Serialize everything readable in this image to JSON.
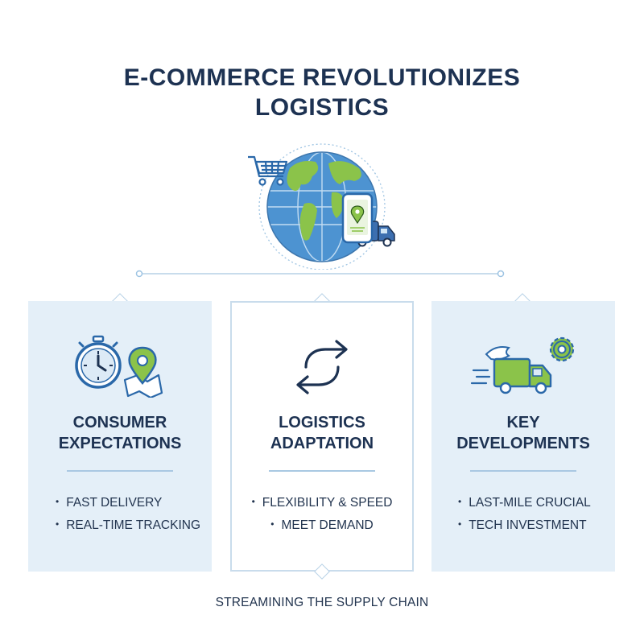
{
  "title": {
    "line1": "E-COMMERCE REVOLUTIONIZES",
    "line2": "LOGISTICS"
  },
  "hero": {
    "icons": [
      "shopping-cart-icon",
      "globe-icon",
      "smartphone-location-icon",
      "delivery-truck-icon"
    ]
  },
  "colors": {
    "navy": "#1d3252",
    "blue": "#3f7fc0",
    "green": "#8bc34a",
    "panel": "#e4eff8",
    "divider": "#a9c8e2"
  },
  "cards": [
    {
      "heading_line1": "CONSUMER",
      "heading_line2": "EXPECTATIONS",
      "icons": [
        "stopwatch-icon",
        "map-pin-icon"
      ],
      "items": [
        "FAST DELIVERY",
        "REAL-TIME TRACKING"
      ]
    },
    {
      "heading_line1": "LOGISTICS",
      "heading_line2": "ADAPTATION",
      "icons": [
        "sync-arrows-icon"
      ],
      "items": [
        "FLEXIBILITY & SPEED",
        "MEET DEMAND"
      ]
    },
    {
      "heading_line1": "KEY",
      "heading_line2": "DEVELOPMENTS",
      "icons": [
        "winged-truck-icon",
        "gear-icon"
      ],
      "items": [
        "LAST-MILE CRUCIAL",
        "TECH INVESTMENT"
      ]
    }
  ],
  "footer": "STREAMINING THE SUPPLY CHAIN"
}
